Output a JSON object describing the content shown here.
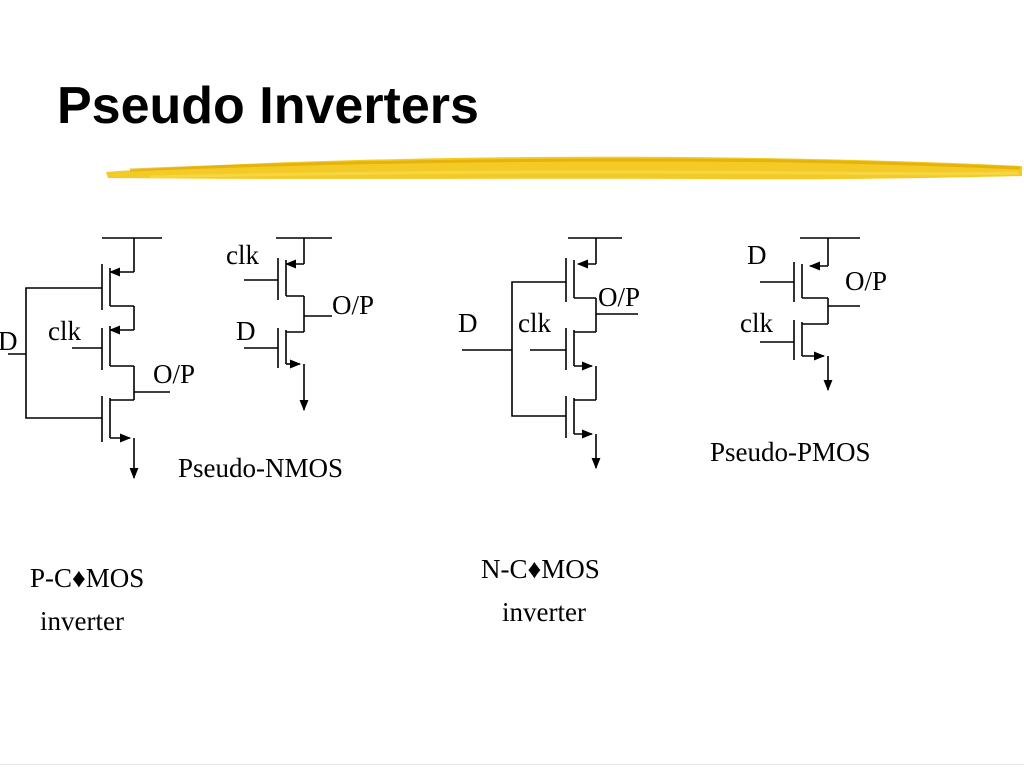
{
  "slide": {
    "title": "Pseudo Inverters",
    "accent_color": "#f2c200"
  },
  "circuits": {
    "p_cmos": {
      "input_label": "D",
      "clock_label": "clk",
      "output_label": "O/P",
      "caption_line1": "P-C♦MOS",
      "caption_line2": "inverter"
    },
    "pseudo_nmos": {
      "clock_label": "clk",
      "input_label": "D",
      "output_label": "O/P",
      "caption": "Pseudo-NMOS"
    },
    "n_cmos": {
      "input_label": "D",
      "clock_label": "clk",
      "output_label": "O/P",
      "caption_line1": "N-C♦MOS",
      "caption_line2": "inverter"
    },
    "pseudo_pmos": {
      "input_label": "D",
      "clock_label": "clk",
      "output_label": "O/P",
      "caption": "Pseudo-PMOS"
    }
  }
}
